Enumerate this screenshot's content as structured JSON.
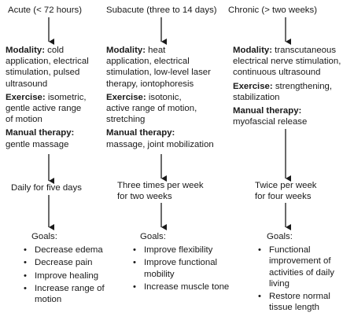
{
  "columns": [
    {
      "header": "Acute (< 72 hours)",
      "modality_label": "Modality:",
      "modality_lines": [
        " cold",
        "application, electrical",
        "stimulation, pulsed",
        "ultrasound"
      ],
      "exercise_label": "Exercise:",
      "exercise_lines": [
        " isometric,",
        "gentle active range",
        "of motion"
      ],
      "manual_label": "Manual therapy:",
      "manual_lines": [
        "gentle massage"
      ],
      "frequency_lines": [
        "Daily for five days"
      ],
      "goals_title": "Goals:",
      "goals": [
        [
          "Decrease edema"
        ],
        [
          "Decrease pain"
        ],
        [
          "Improve healing"
        ],
        [
          "Increase range of",
          "motion"
        ]
      ]
    },
    {
      "header": "Subacute (three to 14 days)",
      "modality_label": "Modality:",
      "modality_lines": [
        " heat",
        "application, electrical",
        "stimulation, low-level laser",
        "therapy, iontophoresis"
      ],
      "exercise_label": "Exercise:",
      "exercise_lines": [
        " isotonic,",
        "active range of motion,",
        "stretching"
      ],
      "manual_label": "Manual therapy:",
      "manual_lines": [
        "massage, joint mobilization"
      ],
      "frequency_lines": [
        "Three times per week",
        "for two weeks"
      ],
      "goals_title": "Goals:",
      "goals": [
        [
          "Improve flexibility"
        ],
        [
          "Improve functional",
          "mobility"
        ],
        [
          "Increase muscle tone"
        ]
      ]
    },
    {
      "header": "Chronic (> two weeks)",
      "modality_label": "Modality:",
      "modality_lines": [
        " transcutaneous",
        "electrical nerve stimulation,",
        "continuous ultrasound"
      ],
      "exercise_label": "Exercise:",
      "exercise_lines": [
        " strengthening,",
        "stabilization"
      ],
      "manual_label": "Manual therapy:",
      "manual_lines": [
        "myofascial release"
      ],
      "frequency_lines": [
        "Twice per week",
        "for four weeks"
      ],
      "goals_title": "Goals:",
      "goals": [
        [
          "Functional",
          "improvement of",
          "activities of daily",
          "living"
        ],
        [
          "Restore normal",
          "tissue length"
        ]
      ]
    }
  ]
}
